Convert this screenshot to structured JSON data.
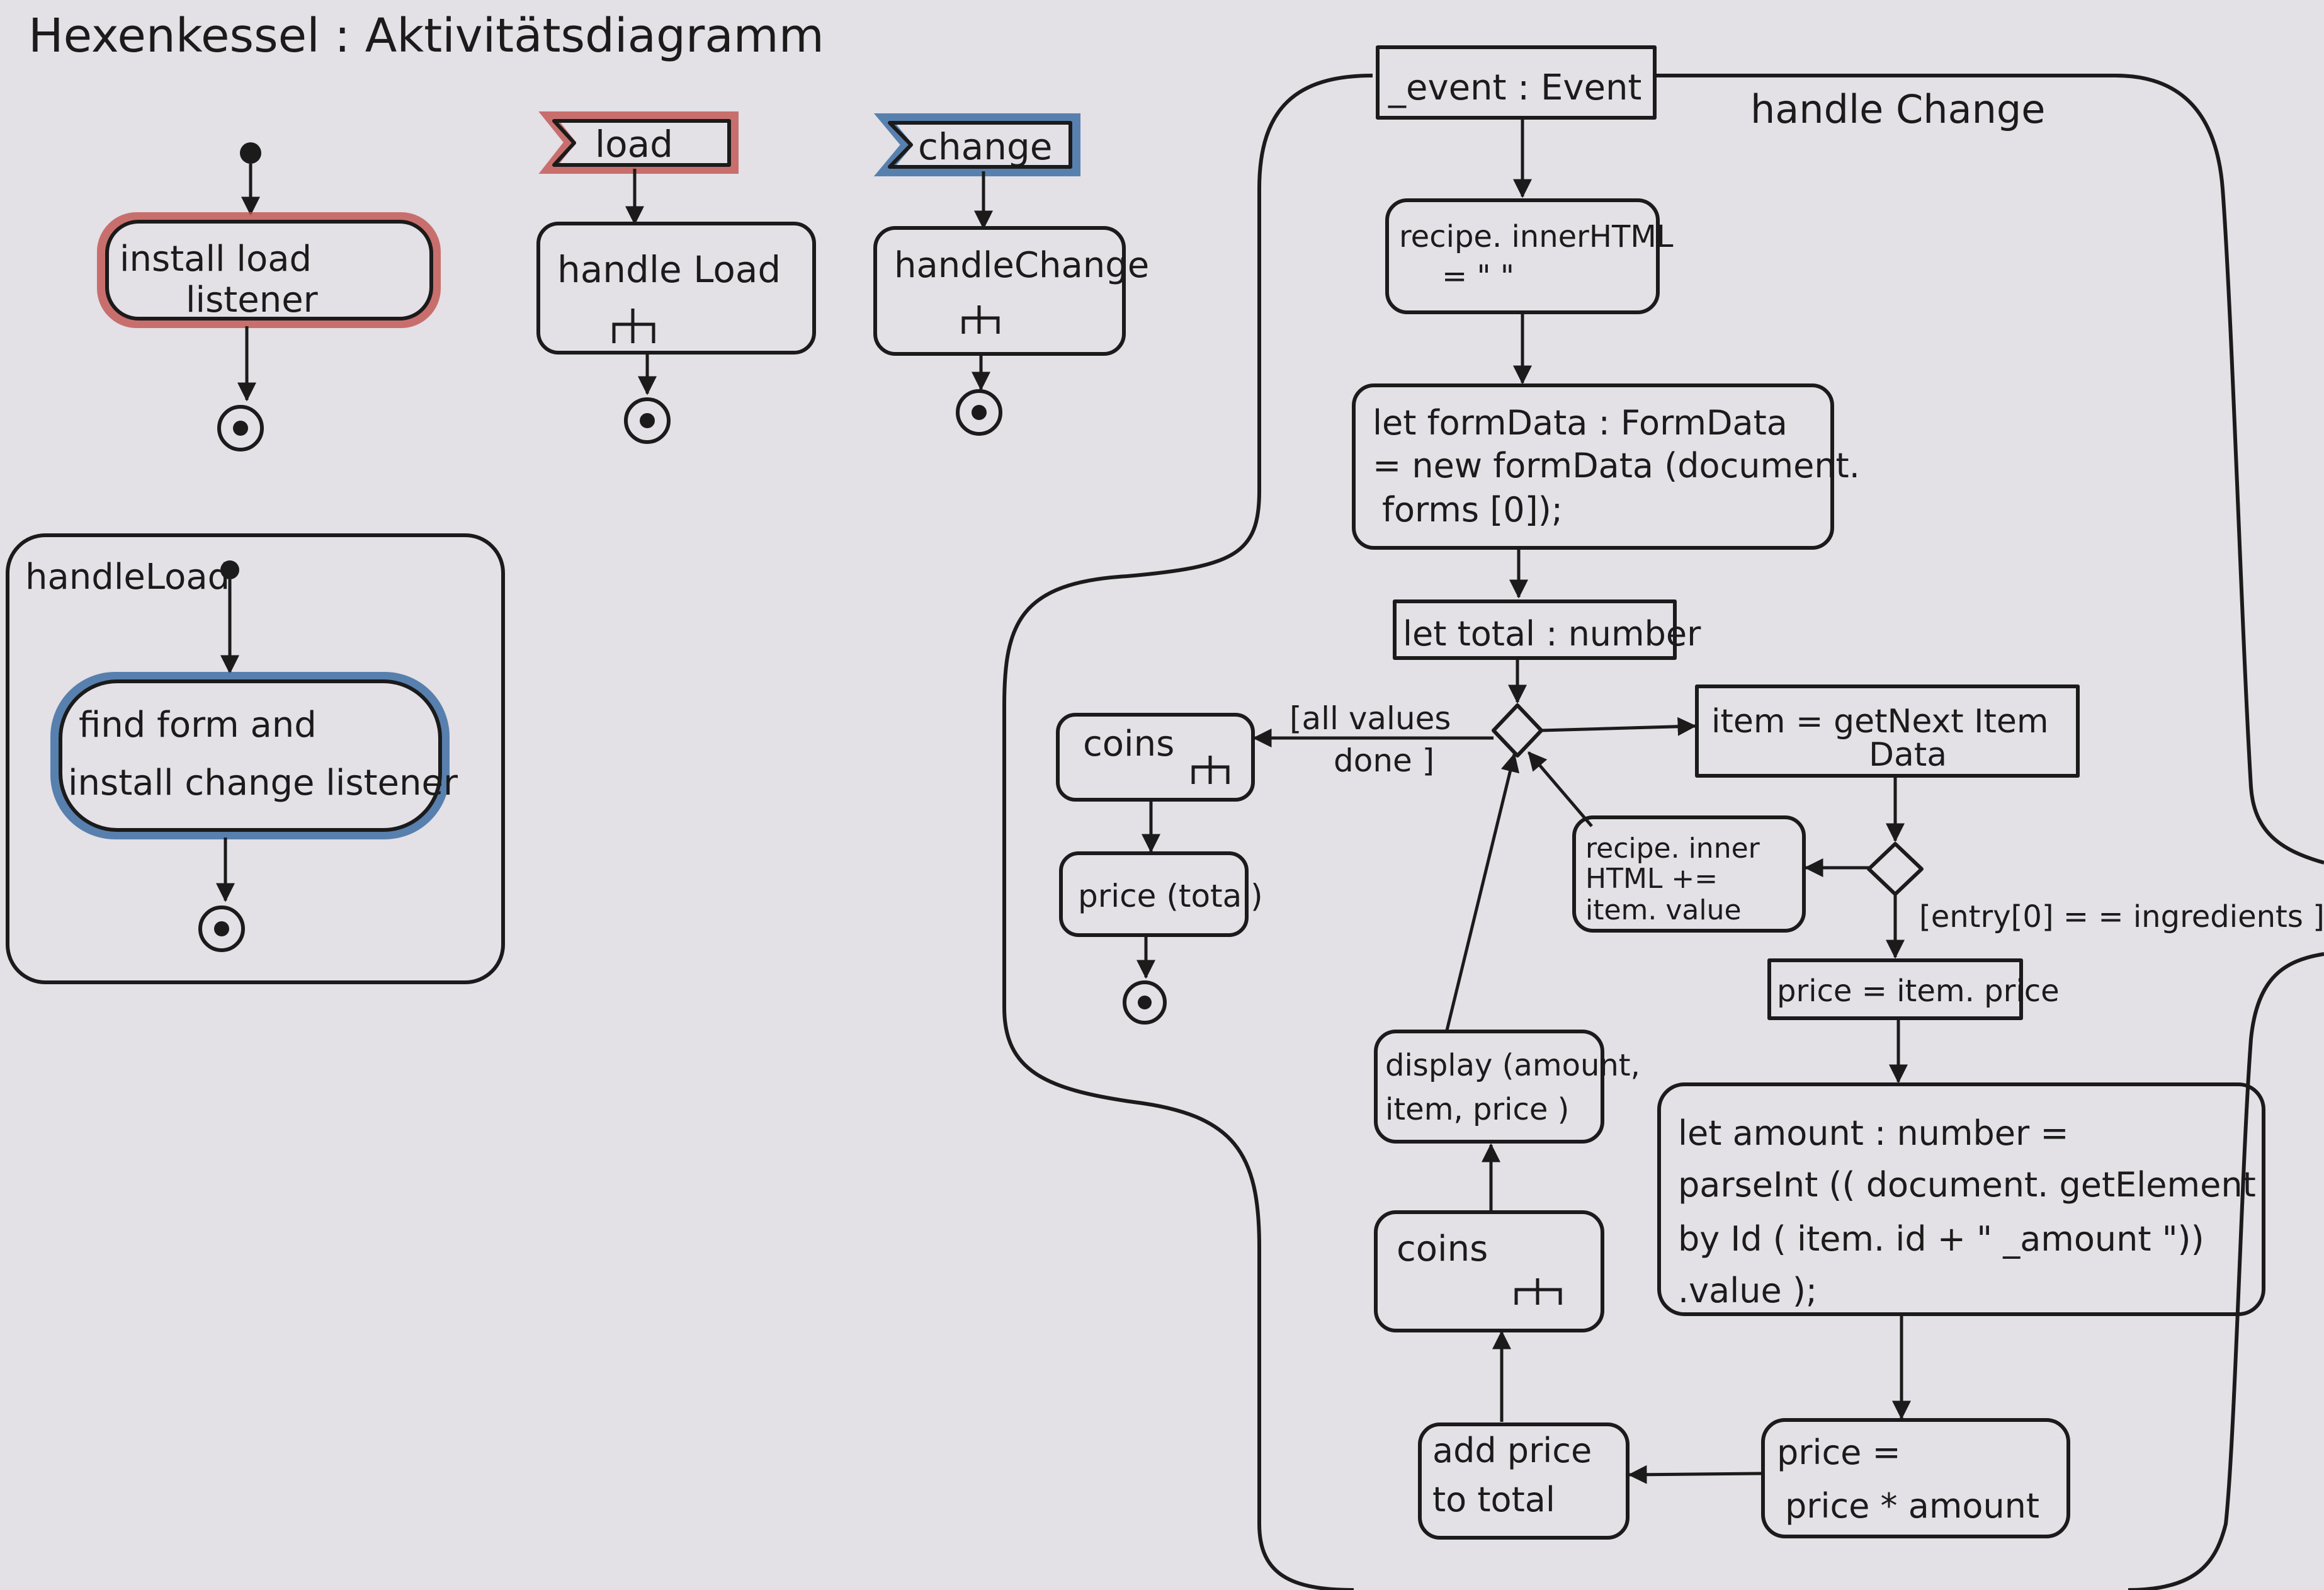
{
  "title": "Hexenkessel : Aktivitätsdiagramm",
  "colors": {
    "paper": "#e3e0e6",
    "ink": "#1b1b1b",
    "red_highlight": "#c0524f",
    "blue_highlight": "#3f6ea3"
  },
  "main_flow": {
    "install_load": [
      "install  load",
      "listener"
    ]
  },
  "signals": {
    "load": "load",
    "change": "change"
  },
  "call_actions": {
    "handle_load": "handle Load",
    "handle_change": "handleChange"
  },
  "handle_load_activity": {
    "name": "handleLoad",
    "find_form": [
      "find  form  and",
      "install  change  listener"
    ]
  },
  "handle_change_activity": {
    "name": "handle Change",
    "param": "_event : Event",
    "recipe_reset": [
      "recipe. innerHTML",
      "= \" \""
    ],
    "form_data": [
      "let  formData  :  FormData",
      "= new  formData (document.",
      "forms [0]);"
    ],
    "total": "let  total : number",
    "all_done_guard": [
      "[all values",
      "done ]"
    ],
    "coins_end": "coins",
    "price_total": "price (total)",
    "get_item": [
      "item  =  getNext  Item",
      "Data"
    ],
    "recipe_add": [
      "recipe. inner",
      "HTML   +=",
      "item. value"
    ],
    "ingredients_guard": "[entry[0] = = ingredients ]",
    "price_item": "price = item. price",
    "amount": [
      "let  amount :  number  =",
      "parseInt (( document.  getElement",
      "by Id ( item. id  +  \"  _amount \"))",
      ".value );"
    ],
    "price_mult": [
      "price  =",
      "price  *  amount"
    ],
    "add_price": [
      "add  price",
      "to  total"
    ],
    "coins_loop": "coins",
    "display": [
      "display (amount,",
      "item,  price )"
    ]
  }
}
